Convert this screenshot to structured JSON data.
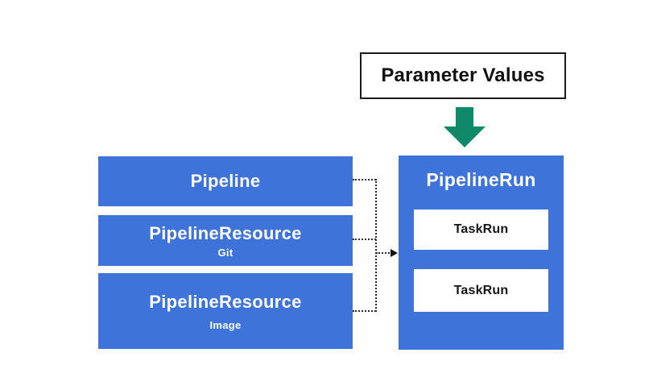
{
  "colors": {
    "box_blue": "#3E73DA",
    "arrow_green": "#0F8A68",
    "border_dark": "#1A1A1A",
    "connector": "#2B2B2B",
    "text_white": "#FFFFFF",
    "text_dark": "#151515"
  },
  "param_box": {
    "label": "Parameter Values"
  },
  "left_boxes": [
    {
      "title": "Pipeline"
    },
    {
      "title": "PipelineResource",
      "subtitle": "Git"
    },
    {
      "title": "PipelineResource",
      "subtitle": "Image"
    }
  ],
  "pipeline_run": {
    "title": "PipelineRun",
    "task_runs": [
      {
        "label": "TaskRun"
      },
      {
        "label": "TaskRun"
      }
    ]
  },
  "connections": [
    {
      "from": "pipeline-box",
      "to": "pipelinerun-box",
      "style": "dotted"
    },
    {
      "from": "pipelineresource-git-box",
      "to": "pipelinerun-box",
      "style": "dotted"
    },
    {
      "from": "pipelineresource-image-box",
      "to": "pipelinerun-box",
      "style": "dotted-arrow"
    },
    {
      "from": "parameter-values-box",
      "to": "pipelinerun-box",
      "style": "solid-green-arrow"
    }
  ]
}
